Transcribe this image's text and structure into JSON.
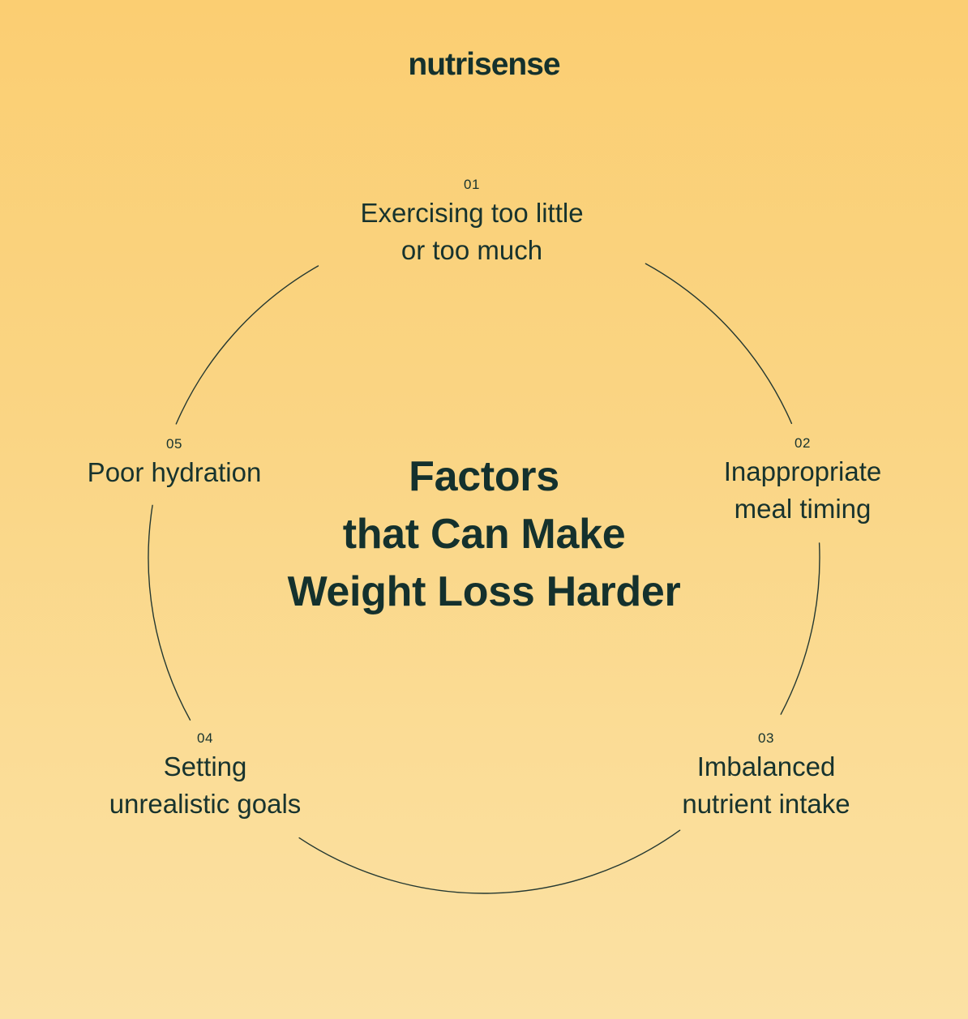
{
  "brand": {
    "logo_text": "nutrisense"
  },
  "title": {
    "line1": "Factors",
    "line2": "that Can Make",
    "line3": "Weight Loss Harder"
  },
  "factors": [
    {
      "number": "01",
      "line1": "Exercising too little",
      "line2": "or too much"
    },
    {
      "number": "02",
      "line1": "Inappropriate",
      "line2": "meal timing"
    },
    {
      "number": "03",
      "line1": "Imbalanced",
      "line2": "nutrient intake"
    },
    {
      "number": "04",
      "line1": "Setting",
      "line2": "unrealistic goals"
    },
    {
      "number": "05",
      "line1": "Poor hydration",
      "line2": ""
    }
  ],
  "colors": {
    "background_top": "#FBCE72",
    "background_bottom": "#FBE1A4",
    "text": "#17332E",
    "arc": "#243831"
  }
}
